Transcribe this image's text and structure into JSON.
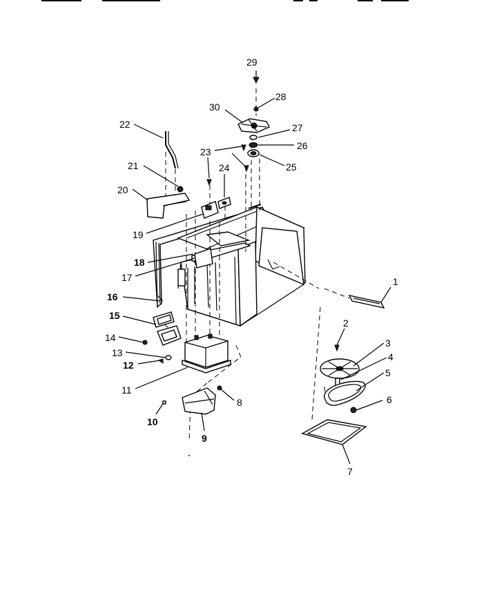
{
  "callouts": [
    {
      "num": "1"
    },
    {
      "num": "2"
    },
    {
      "num": "3"
    },
    {
      "num": "4"
    },
    {
      "num": "5"
    },
    {
      "num": "6"
    },
    {
      "num": "7"
    },
    {
      "num": "8"
    },
    {
      "num": "9"
    },
    {
      "num": "10"
    },
    {
      "num": "11"
    },
    {
      "num": "12"
    },
    {
      "num": "13"
    },
    {
      "num": "14"
    },
    {
      "num": "15"
    },
    {
      "num": "16"
    },
    {
      "num": "17"
    },
    {
      "num": "18"
    },
    {
      "num": "19"
    },
    {
      "num": "20"
    },
    {
      "num": "21"
    },
    {
      "num": "22"
    },
    {
      "num": "23"
    },
    {
      "num": "24"
    },
    {
      "num": "25"
    },
    {
      "num": "26"
    },
    {
      "num": "27"
    },
    {
      "num": "28"
    },
    {
      "num": "29"
    },
    {
      "num": "30"
    }
  ]
}
